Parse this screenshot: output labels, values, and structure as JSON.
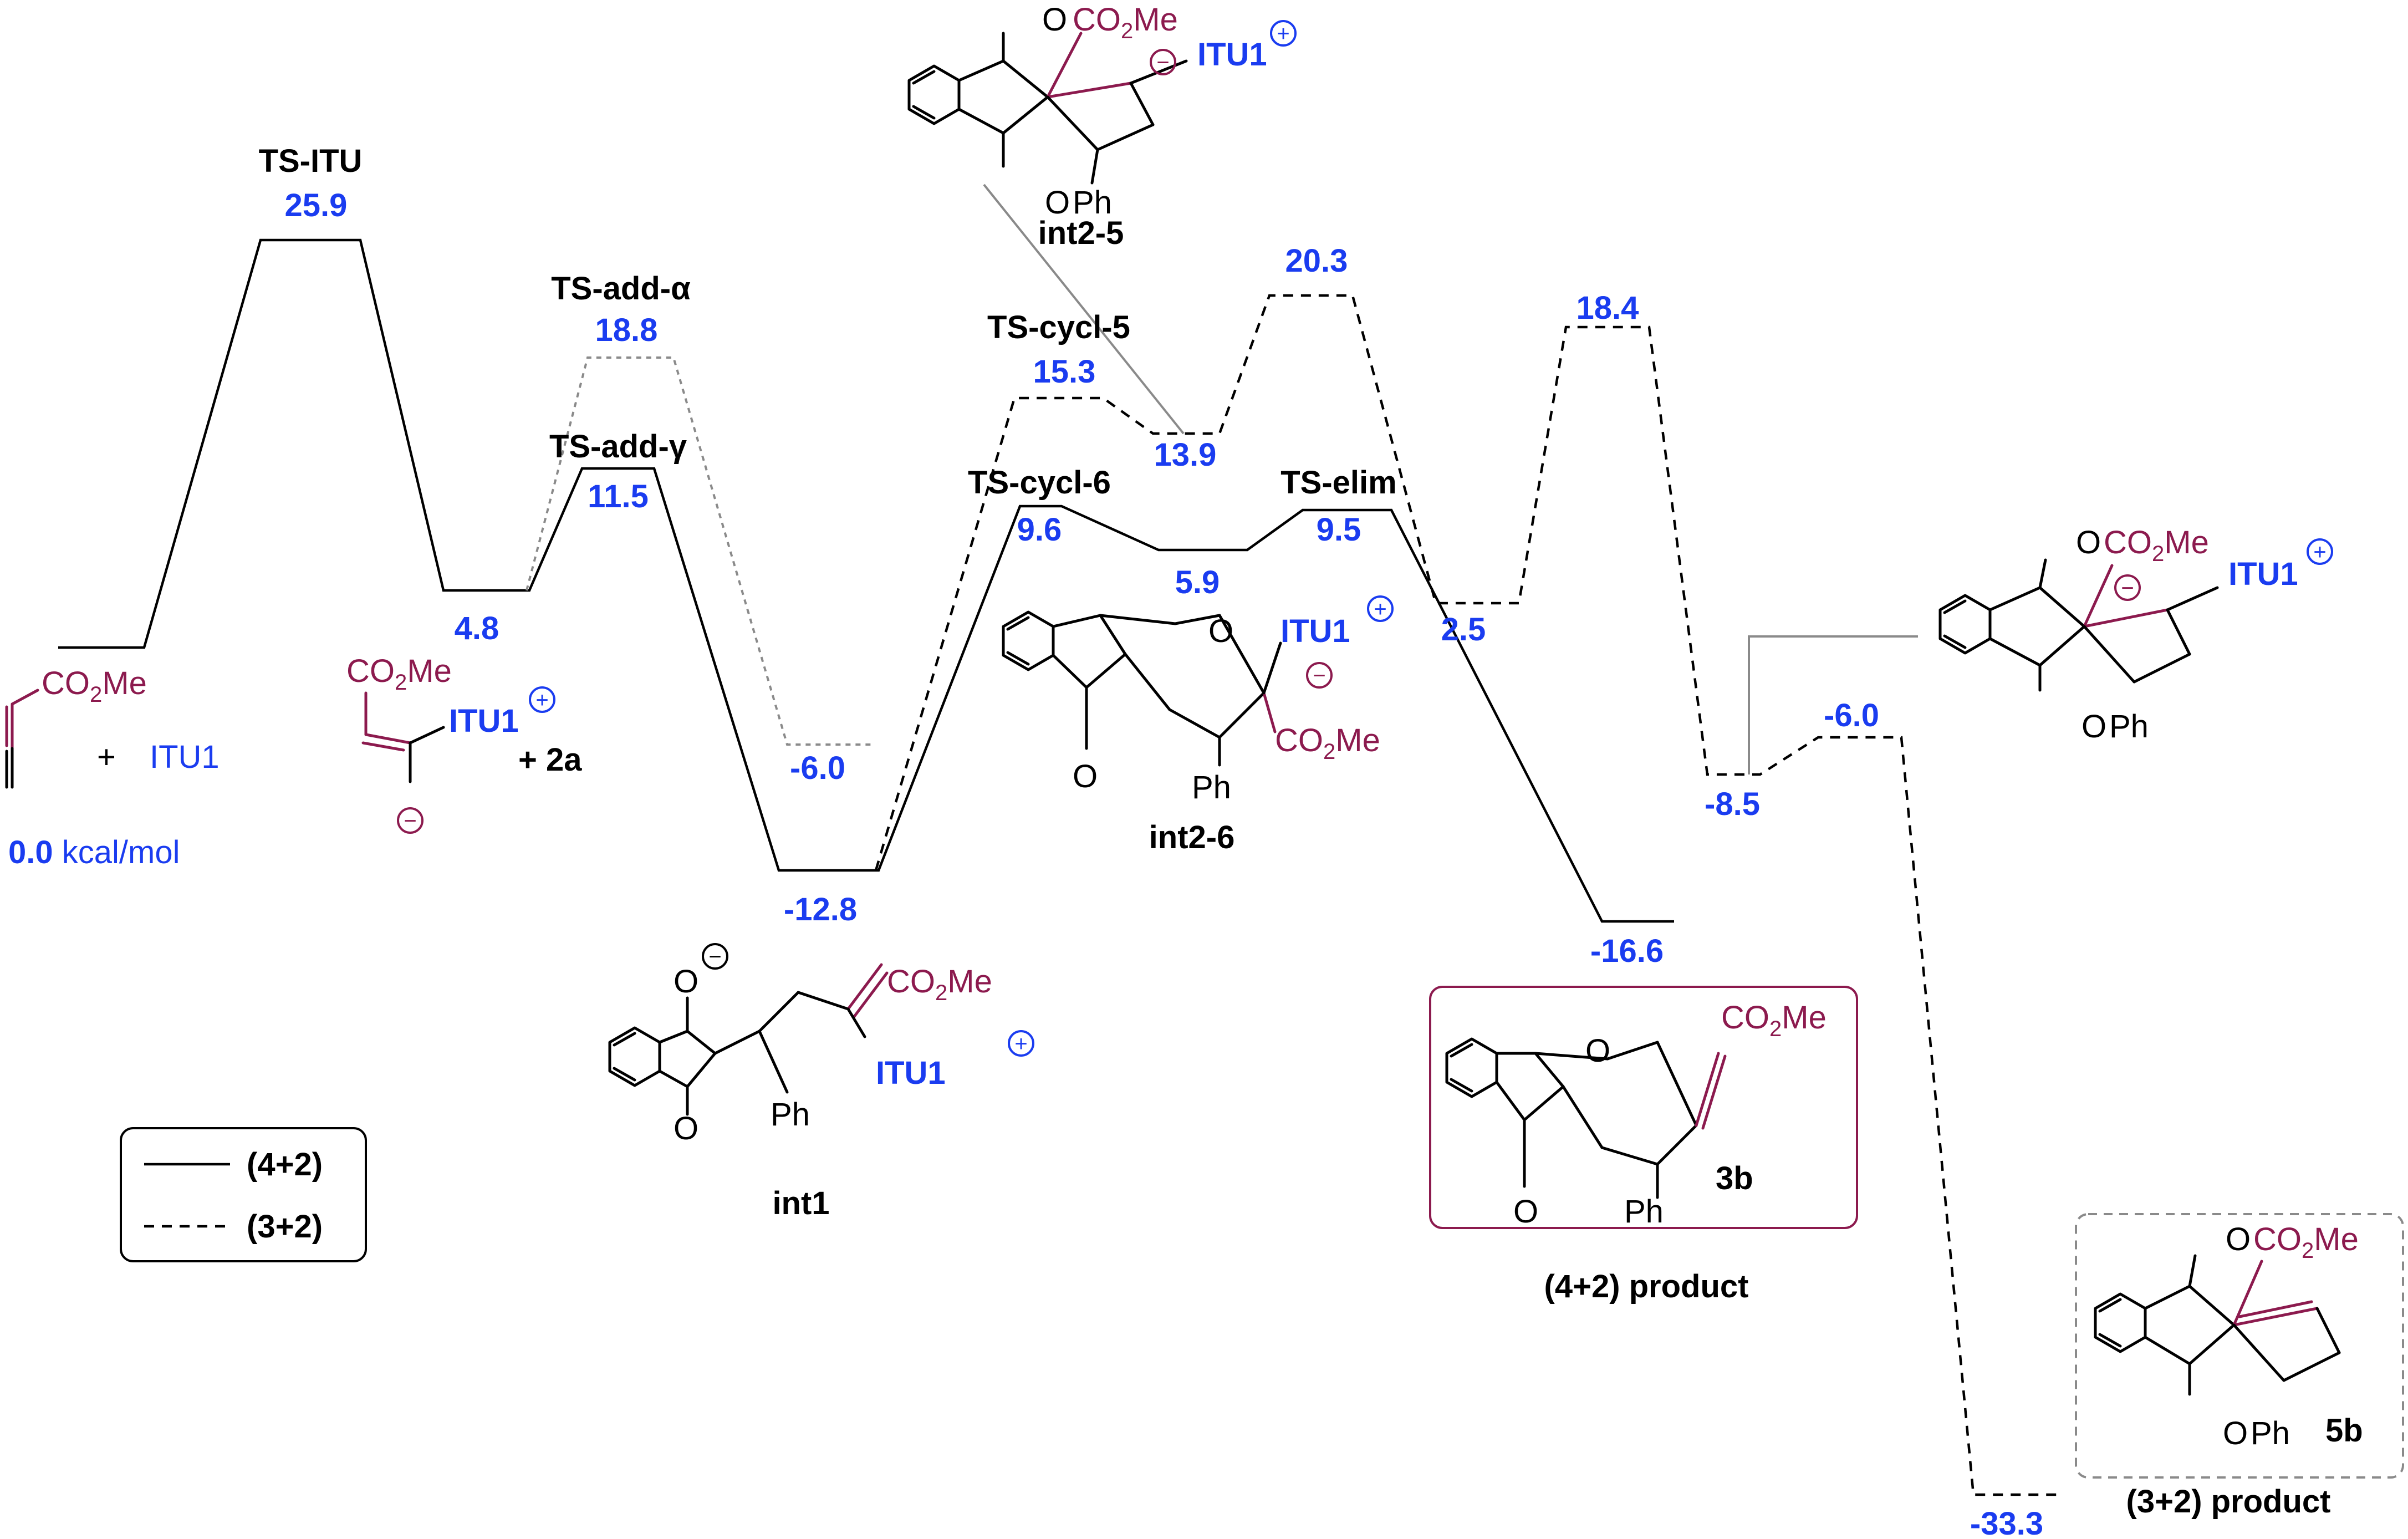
{
  "energy_unit": "kcal/mol",
  "starting_value": "0.0",
  "start_reagent": "ITU1",
  "plus": "+",
  "plus_2a": "+ 2a",
  "ts_labels": {
    "ts_itu": "TS-ITU",
    "ts_add_alpha": "TS-add-α",
    "ts_add_gamma": "TS-add-γ",
    "ts_cycl5": "TS-cycl-5",
    "ts_cycl6": "TS-cycl-6",
    "ts_elim": "TS-elim"
  },
  "energies": {
    "ts_itu": "25.9",
    "ts_add_alpha": "18.8",
    "ts_add_gamma": "11.5",
    "int_itu": "4.8",
    "int_alpha": "-6.0",
    "int1": "-12.8",
    "ts_cycl5": "15.3",
    "int2_5": "13.9",
    "ts_20": "20.3",
    "ts_cycl6": "9.6",
    "int2_6": "5.9",
    "ts_elim": "9.5",
    "int_25": "2.5",
    "ts_18": "18.4",
    "prod_42": "-16.6",
    "int_85": "-8.5",
    "int_60": "-6.0",
    "prod_32": "-33.3"
  },
  "species": {
    "int1": "int1",
    "int2_5": "int2-5",
    "int2_6": "int2-6",
    "p3b": "3b",
    "p5b": "5b",
    "ester": "CO",
    "ester_tail": "Me",
    "ester_sub": "2",
    "itu": "ITU1",
    "ph": "Ph",
    "o": "O",
    "plus_charge": "+",
    "minus_charge": "−"
  },
  "product_42_label": "(4+2) product",
  "product_32_label": "(3+2) product",
  "legend": {
    "solid": "(4+2)",
    "dashed": "(3+2)"
  },
  "colors": {
    "energy": "#1a3cf0",
    "substituent": "#8c1a4e",
    "box_42": "#8c1a4e",
    "box_32": "#8a8a8a"
  },
  "chart_data": {
    "type": "energy profile",
    "unit": "kcal/mol",
    "pathways": [
      {
        "name": "(4+2)",
        "style": "solid",
        "points": [
          {
            "label": "ITU1",
            "energy": 0.0
          },
          {
            "label": "TS-ITU",
            "energy": 25.9
          },
          {
            "label": "",
            "energy": 4.8
          },
          {
            "label": "TS-add-γ",
            "energy": 11.5
          },
          {
            "label": "int1",
            "energy": -12.8
          },
          {
            "label": "TS-cycl-6",
            "energy": 9.6
          },
          {
            "label": "int2-6",
            "energy": 5.9
          },
          {
            "label": "TS-elim",
            "energy": 9.5
          },
          {
            "label": "3b",
            "energy": -16.6
          }
        ]
      },
      {
        "name": "(3+2)",
        "style": "dashed",
        "points": [
          {
            "label": "int1",
            "energy": -12.8
          },
          {
            "label": "TS-cycl-5",
            "energy": 15.3
          },
          {
            "label": "int2-5",
            "energy": 13.9
          },
          {
            "label": "",
            "energy": 20.3
          },
          {
            "label": "",
            "energy": 2.5
          },
          {
            "label": "",
            "energy": 18.4
          },
          {
            "label": "",
            "energy": -8.5
          },
          {
            "label": "",
            "energy": -6.0
          },
          {
            "label": "5b",
            "energy": -33.3
          }
        ]
      },
      {
        "name": "",
        "style": "dotted",
        "points": [
          {
            "label": "",
            "energy": 4.8
          },
          {
            "label": "TS-add-α",
            "energy": 18.8
          },
          {
            "label": "",
            "energy": -6.0
          }
        ]
      }
    ]
  }
}
